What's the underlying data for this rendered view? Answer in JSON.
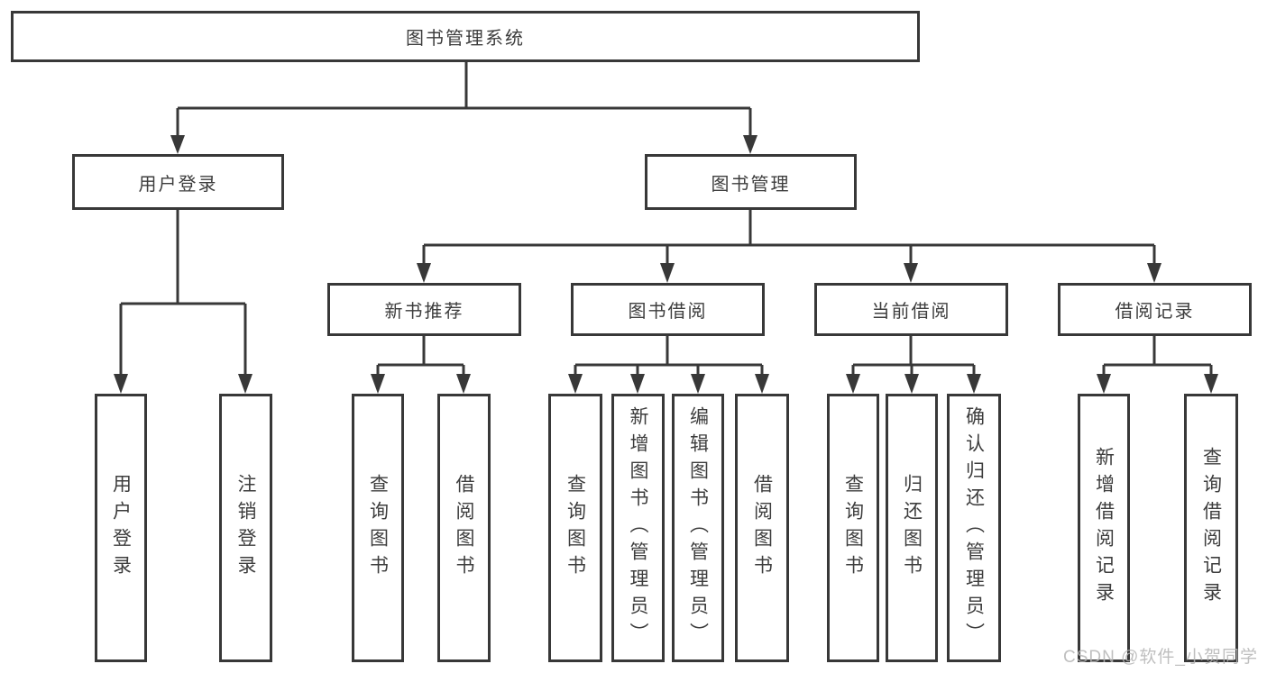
{
  "tree": {
    "root": {
      "label": "图书管理系统",
      "children": [
        {
          "label": "用户登录",
          "children": [
            {
              "label": "用户登录"
            },
            {
              "label": "注销登录"
            }
          ]
        },
        {
          "label": "图书管理",
          "children": [
            {
              "label": "新书推荐",
              "children": [
                {
                  "label": "查询图书"
                },
                {
                  "label": "借阅图书"
                }
              ]
            },
            {
              "label": "图书借阅",
              "children": [
                {
                  "label": "查询图书"
                },
                {
                  "label": "新增图书（管理员）"
                },
                {
                  "label": "编辑图书（管理员）"
                },
                {
                  "label": "借阅图书"
                }
              ]
            },
            {
              "label": "当前借阅",
              "children": [
                {
                  "label": "查询图书"
                },
                {
                  "label": "归还图书"
                },
                {
                  "label": "确认归还（管理员）"
                }
              ]
            },
            {
              "label": "借阅记录",
              "children": [
                {
                  "label": "新增借阅记录"
                },
                {
                  "label": "查询借阅记录"
                }
              ]
            }
          ]
        }
      ]
    }
  },
  "colors": {
    "line": "#383838",
    "text": "#3d3d3d",
    "watermark": "#b4b4b4"
  },
  "watermark": {
    "text": "CSDN @软件_小贺同学"
  }
}
